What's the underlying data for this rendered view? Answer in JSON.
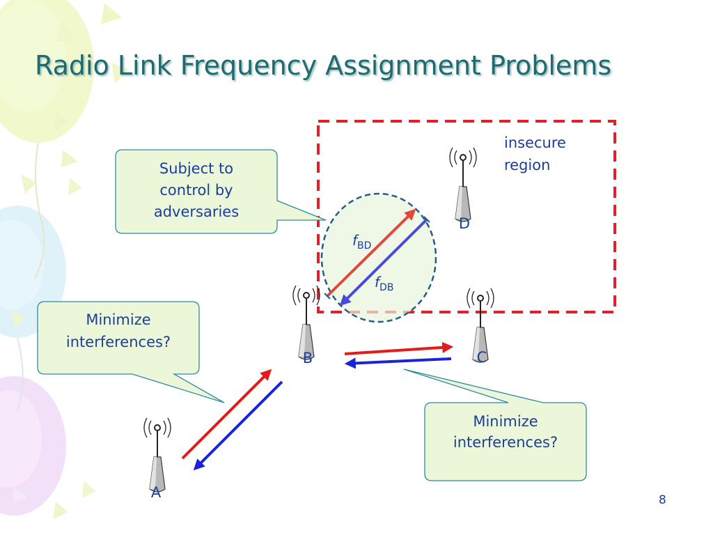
{
  "slide": {
    "title": "Radio Link Frequency Assignment Problems",
    "page_number": "8"
  },
  "region": {
    "label_line1": "insecure",
    "label_line2": "region",
    "border_color": "#e0202a"
  },
  "callouts": [
    {
      "id": "adversary",
      "lines": [
        "Subject to",
        "control by",
        "adversaries"
      ]
    },
    {
      "id": "interference-left",
      "lines": [
        "Minimize",
        "interferences?"
      ]
    },
    {
      "id": "interference-right",
      "lines": [
        "Minimize",
        "interferences?"
      ]
    }
  ],
  "nodes": [
    {
      "id": "A",
      "label": "A"
    },
    {
      "id": "B",
      "label": "B"
    },
    {
      "id": "C",
      "label": "C"
    },
    {
      "id": "D",
      "label": "D"
    }
  ],
  "links": {
    "bd": {
      "symbol": "f",
      "sub": "BD"
    },
    "db": {
      "symbol": "f",
      "sub": "DB"
    }
  },
  "colors": {
    "callout_fill": "#ecf7d9",
    "callout_stroke": "#2e8aa3",
    "text": "#1a3f9a",
    "arrow_red": "#e51a1a",
    "arrow_blue": "#1a24d6",
    "title": "#1e6a6e"
  }
}
